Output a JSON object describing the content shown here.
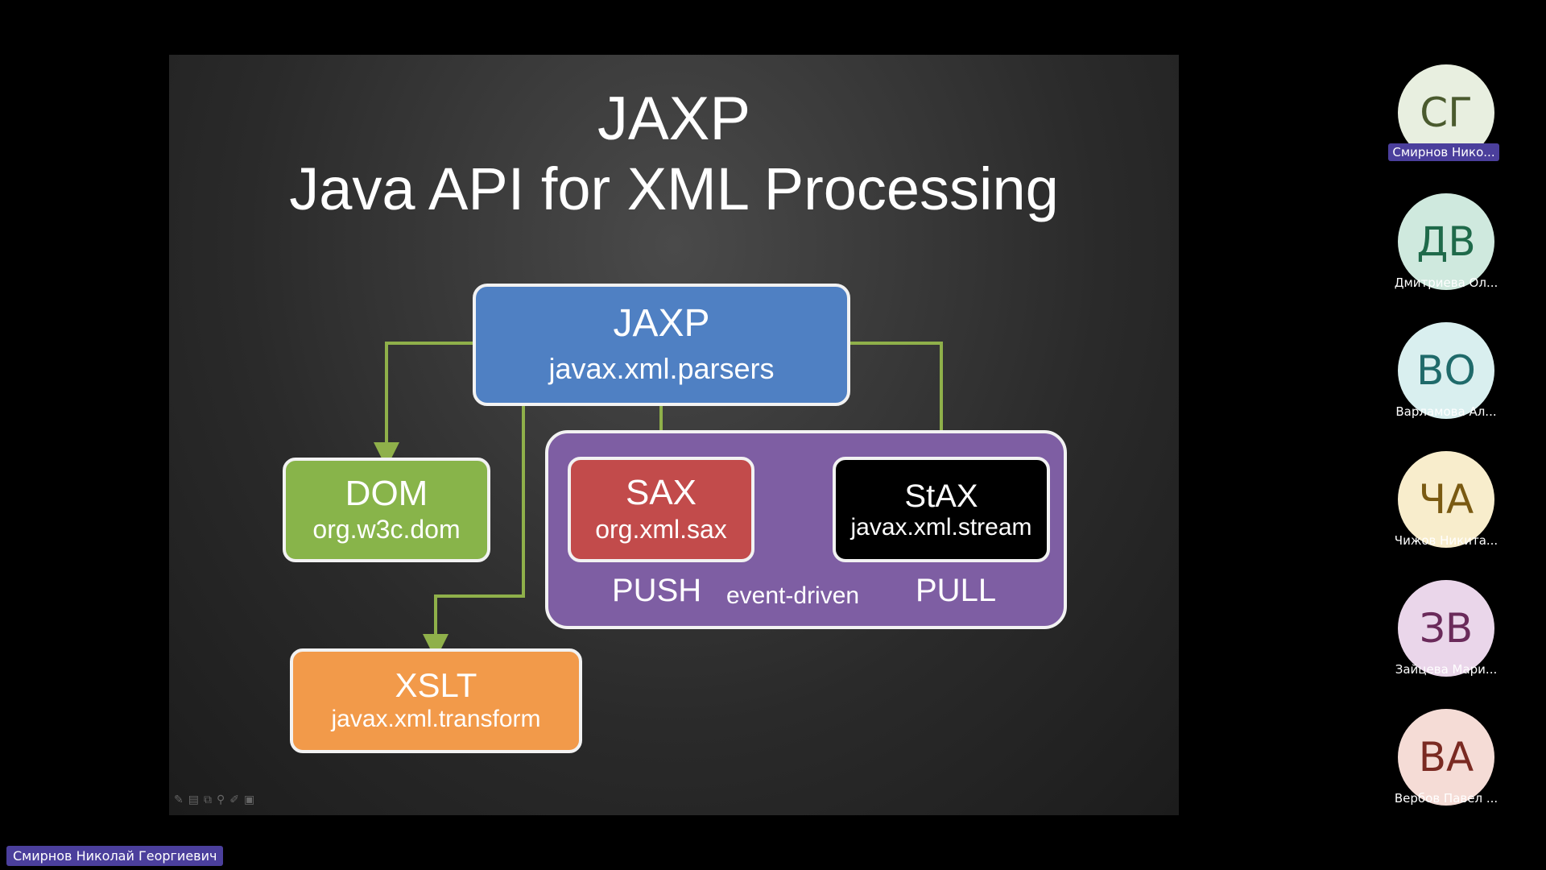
{
  "slide": {
    "title_line1": "JAXP",
    "title_line2": "Java API for XML Processing",
    "jaxp_box": {
      "title": "JAXP",
      "subtitle": "javax.xml.parsers"
    },
    "dom_box": {
      "title": "DOM",
      "subtitle": "org.w3c.dom"
    },
    "sax_box": {
      "title": "SAX",
      "subtitle": "org.xml.sax"
    },
    "stax_box": {
      "title": "StAX",
      "subtitle": "javax.xml.stream"
    },
    "xslt_box": {
      "title": "XSLT",
      "subtitle": "javax.xml.transform"
    },
    "push_label": "PUSH",
    "event_label": "event-driven",
    "pull_label": "PULL",
    "colors": {
      "jaxp": "#4f80c3",
      "dom": "#88b44a",
      "sax": "#c24b4b",
      "stax": "#000000",
      "xslt": "#f29a4a",
      "group": "#7e5ea3",
      "arrow": "#8fb04a"
    }
  },
  "participants": [
    {
      "initials": "СГ",
      "name": "Смирнов Нико...",
      "bg": "#e8efe0",
      "fg": "#4a5a2e",
      "active": true
    },
    {
      "initials": "ДВ",
      "name": "Дмитриева Ол...",
      "bg": "#cfe9de",
      "fg": "#1f6a4a",
      "active": false
    },
    {
      "initials": "ВО",
      "name": "Варламова Ал...",
      "bg": "#d9efef",
      "fg": "#1f6a6a",
      "active": false
    },
    {
      "initials": "ЧА",
      "name": "Чижов Никита...",
      "bg": "#f8edcc",
      "fg": "#7a5a12",
      "active": false
    },
    {
      "initials": "ЗВ",
      "name": "Зайцева Мари...",
      "bg": "#ead6ea",
      "fg": "#6a2a5a",
      "active": false
    },
    {
      "initials": "ВА",
      "name": "Вербов Павел ...",
      "bg": "#f5dcd6",
      "fg": "#7a2a22",
      "active": false
    }
  ],
  "presenter": {
    "name": "Смирнов Николай Георгиевич"
  },
  "slide_tools": [
    "pen-icon",
    "board-icon",
    "slides-icon",
    "link-icon",
    "marker-icon",
    "screen-icon"
  ]
}
